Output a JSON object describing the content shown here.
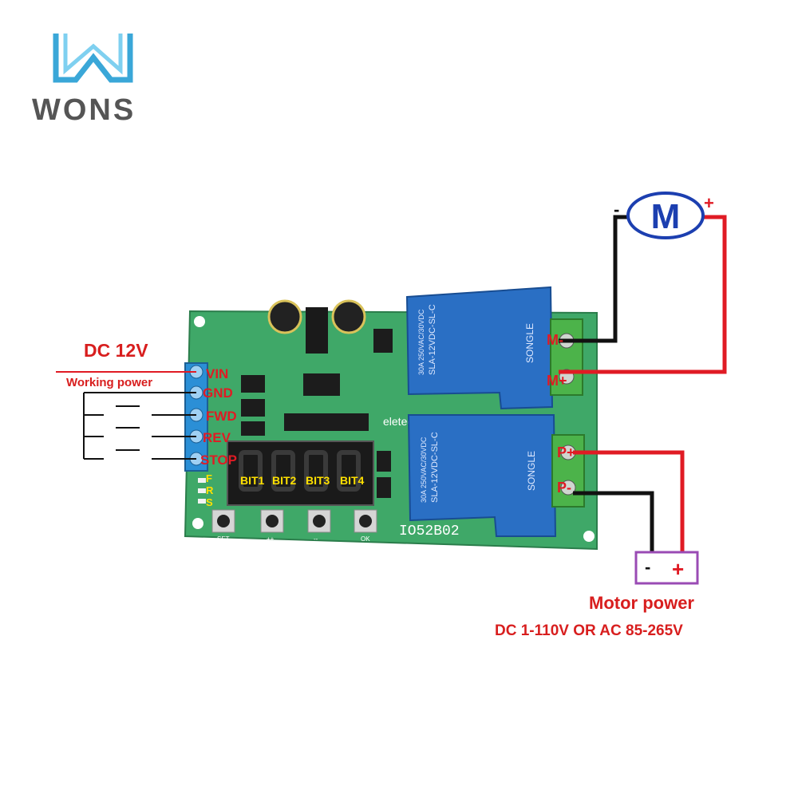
{
  "logo": {
    "mark": "W",
    "text": "WONS",
    "color": "#3aa7d8"
  },
  "power_input": {
    "voltage": "DC 12V",
    "caption": "Working power"
  },
  "terminals_left": [
    "VIN",
    "GND",
    "FWD",
    "REV",
    "STOP"
  ],
  "terminals_right": [
    "M-",
    "M+",
    "P+",
    "P-"
  ],
  "motor": {
    "symbol": "M",
    "minus": "-",
    "plus": "+"
  },
  "indicators": [
    "F",
    "R",
    "S"
  ],
  "digits": [
    "BIT1",
    "BIT2",
    "BIT3",
    "BIT4"
  ],
  "buttons": [
    "SET",
    "++",
    "--",
    "OK"
  ],
  "board": {
    "model": "IO52B02",
    "brand": "eletechsup",
    "color": "#3fa868"
  },
  "relays": [
    {
      "maker": "SONGLE",
      "model": "SLA-12VDC-SL-C",
      "rating": "30A 250VAC/30VDC"
    },
    {
      "maker": "SONGLE",
      "model": "SLA-12VDC-SL-C",
      "rating": "30A 250VAC/30VDC"
    }
  ],
  "motor_power": {
    "minus": "-",
    "plus": "+",
    "title": "Motor power",
    "range": "DC 1-110V OR AC 85-265V"
  },
  "colors": {
    "label_red": "#d81e1e",
    "wire_red": "#e01b24",
    "wire_black": "#111111",
    "relay_blue": "#2a6fc4",
    "terminal_green": "#4cb34a",
    "terminal_blue": "#2b8fd6",
    "digit_yellow": "#ffe000"
  }
}
